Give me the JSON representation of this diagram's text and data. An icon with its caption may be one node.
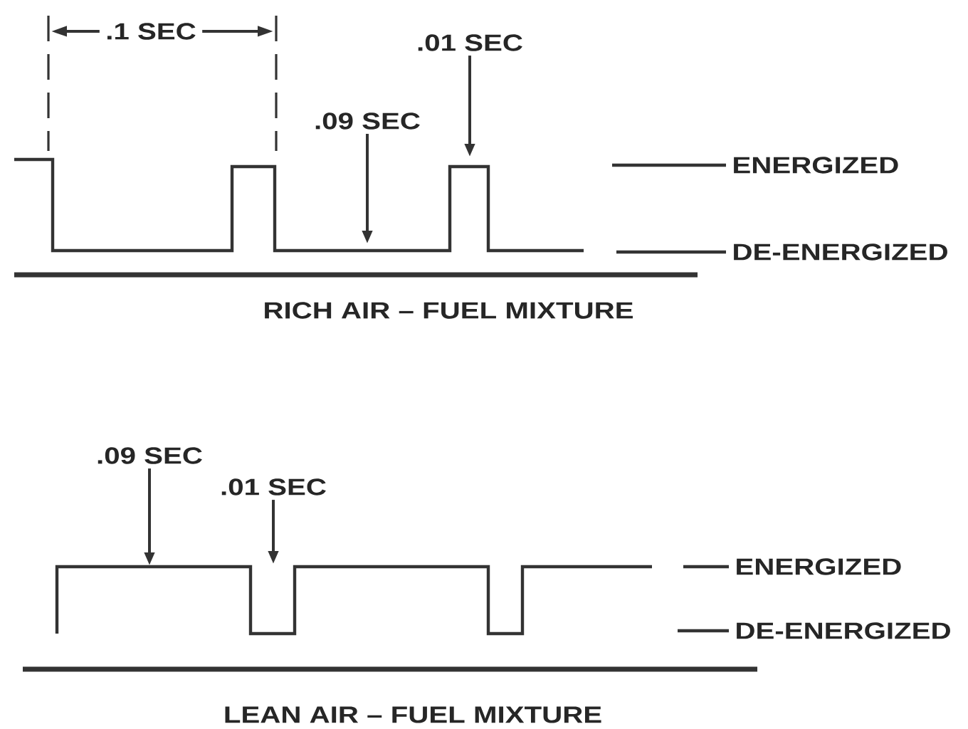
{
  "diagram": {
    "nodes": [
      {
        "text": [
          ".01 SEC"
        ]
      },
      {
        "text": [
          ".09 SEC"
        ]
      },
      {
        "text": [
          ".09 SEC"
        ]
      },
      {
        "text": [
          ".01 SEC"
        ]
      }
    ],
    "edges": [
      {
        "from": 0,
        "to": null,
        "arrow": "to"
      },
      {
        "from": 1,
        "to": null,
        "arrow": "to"
      },
      {
        "from": 2,
        "to": null,
        "arrow": "to"
      },
      {
        "from": 3,
        "to": null,
        "arrow": "to"
      }
    ],
    "labels": [
      ".1 SEC",
      "ENERGIZED",
      "DE-ENERGIZED",
      "RICH AIR – FUEL MIXTURE",
      "ENERGIZED",
      "DE-ENERGIZED",
      "LEAN AIR – FUEL MIXTURE"
    ]
  }
}
